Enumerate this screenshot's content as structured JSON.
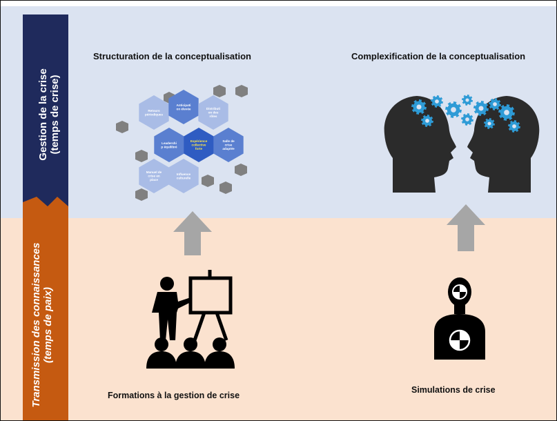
{
  "sidebar": {
    "top_line1": "Gestion de la crise",
    "top_line2": "(temps de crise)",
    "bottom_line1": "Transmission des connaissances",
    "bottom_line2": "(temps de paix)",
    "colors": {
      "top": "#1f2a5c",
      "bottom": "#c55a11"
    }
  },
  "panels": {
    "left_title": "Structuration de la conceptualisation",
    "right_title": "Complexification de la conceptualisation",
    "left_caption": "Formations à la gestion de crise",
    "right_caption": "Simulations de crise"
  },
  "hexagons": [
    {
      "label": "Retours\npériodiques"
    },
    {
      "label": "Anticipati\non élevée"
    },
    {
      "label": "Distributi\non des\nrôles"
    },
    {
      "label": "Leadershi\np équilibré"
    },
    {
      "label": "Expérience\ncollective\nforte"
    },
    {
      "label": "Salle de\ncrise\nadaptée"
    },
    {
      "label": "Manuel de\ncrise en\nplace"
    },
    {
      "label": "Influence\nculturelle"
    }
  ],
  "colors": {
    "band_top": "#dbe3f1",
    "band_bottom": "#fbe2cf",
    "arrow": "#a6a6a6",
    "gear": "#2e9bd6",
    "head": "#2b2b2b"
  }
}
